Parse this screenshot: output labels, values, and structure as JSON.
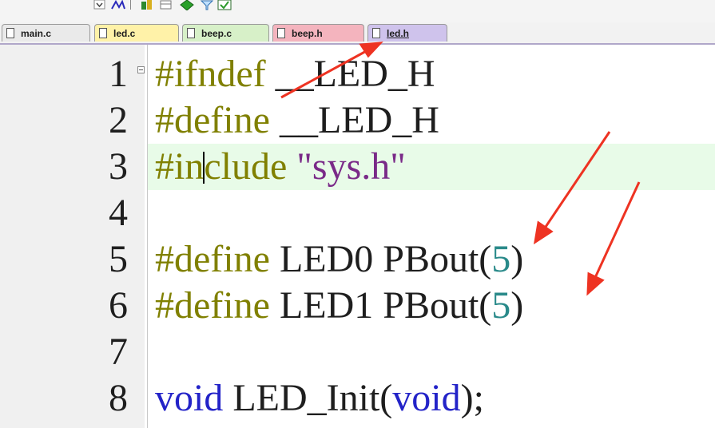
{
  "toolbar": {
    "icons": [
      "dropdown-icon",
      "find-icon",
      "build-icon",
      "window-icon",
      "diamond-icon",
      "filter-icon",
      "check-icon"
    ]
  },
  "tabs": [
    {
      "label": "main.c",
      "color": "#eaeaea",
      "active": false
    },
    {
      "label": "led.c",
      "color": "#fff2a8",
      "active": false
    },
    {
      "label": "beep.c",
      "color": "#d7f0c8",
      "active": false
    },
    {
      "label": "beep.h",
      "color": "#f4b4be",
      "active": false
    },
    {
      "label": "led.h",
      "color": "#cfc3ec",
      "active": true
    }
  ],
  "editor": {
    "line_numbers": [
      "1",
      "2",
      "3",
      "4",
      "5",
      "6",
      "7",
      "8"
    ],
    "highlighted_line": "3",
    "lines": {
      "l1_directive": "#ifndef",
      "l1_name": " __LED_H",
      "l2_directive": "#define",
      "l2_name": " __LED_H",
      "l3_directive_a": "#in",
      "l3_directive_b": "clude",
      "l3_string": " \"sys.h\"",
      "l5_directive": "#define",
      "l5_macro": " LED0 PBout(",
      "l5_arg": "5",
      "l5_close": ")",
      "l6_directive": "#define",
      "l6_macro": " LED1 PBout(",
      "l6_arg": "5",
      "l6_close": ")",
      "l8_kw1": "void",
      "l8_func": " LED_Init(",
      "l8_kw2": "void",
      "l8_end": ");"
    }
  },
  "colors": {
    "preprocessor": "#808000",
    "string": "#7a2a88",
    "keyword": "#2323c8",
    "number": "#2a8a8a",
    "current_line": "#e8fbe8",
    "annotation_arrow": "#ee3322"
  }
}
